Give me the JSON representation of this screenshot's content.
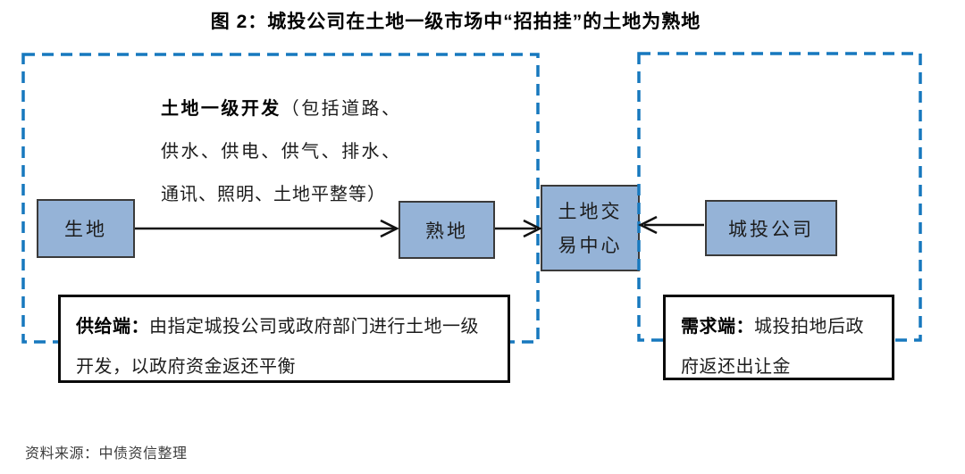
{
  "title": "图 2：城投公司在土地一级市场中“招拍挂”的土地为熟地",
  "annotation": {
    "lead": "土地一级开发",
    "rest": "（包括道路、供水、供电、供气、排水、通讯、照明、土地平整等）"
  },
  "nodes": {
    "raw_land": "生地",
    "developed_land": "熟地",
    "exchange_line1": "土地交",
    "exchange_line2": "易中心",
    "lgfv": "城投公司"
  },
  "supply_note": {
    "lead": "供给端：",
    "text": "由指定城投公司或政府部门进行土地一级开发，以政府资金返还平衡"
  },
  "demand_note": {
    "lead": "需求端：",
    "text": "城投拍地后政府返还出让金"
  },
  "source": "资料来源：中债资信整理",
  "colors": {
    "node_fill": "#95B3D7",
    "node_border": "#3A3A3A",
    "dashed_border": "#1778BE",
    "arrow": "#111111"
  }
}
